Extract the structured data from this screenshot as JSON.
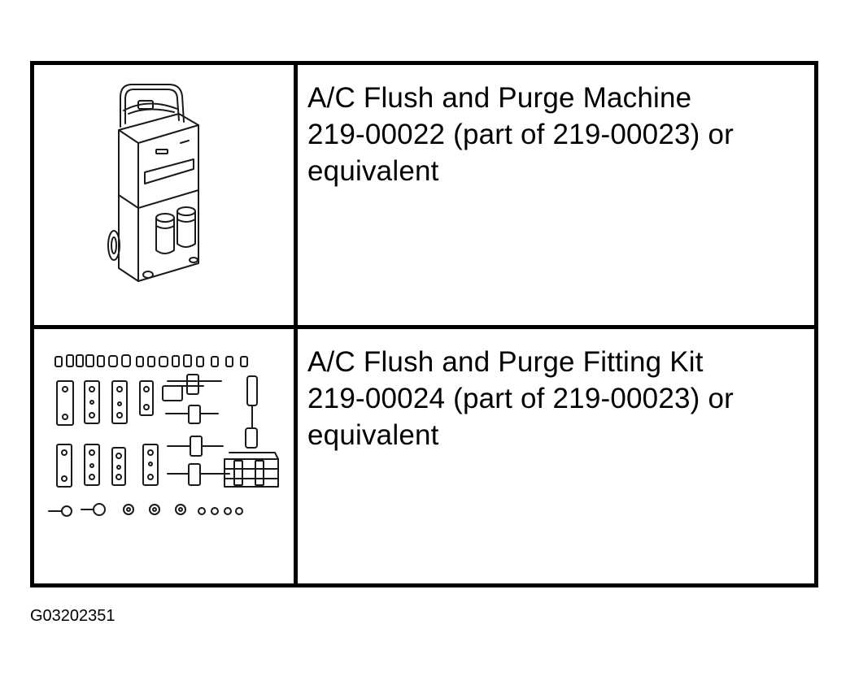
{
  "tools": [
    {
      "icon": "flush-purge-machine-icon",
      "lines": [
        "A/C Flush and Purge Machine",
        "219-00022 (part of 219-00023) or",
        "equivalent"
      ]
    },
    {
      "icon": "fitting-kit-icon",
      "lines": [
        "A/C Flush and Purge Fitting Kit",
        "219-00024 (part of 219-00023) or",
        "equivalent"
      ]
    }
  ],
  "figure_id": "G03202351"
}
